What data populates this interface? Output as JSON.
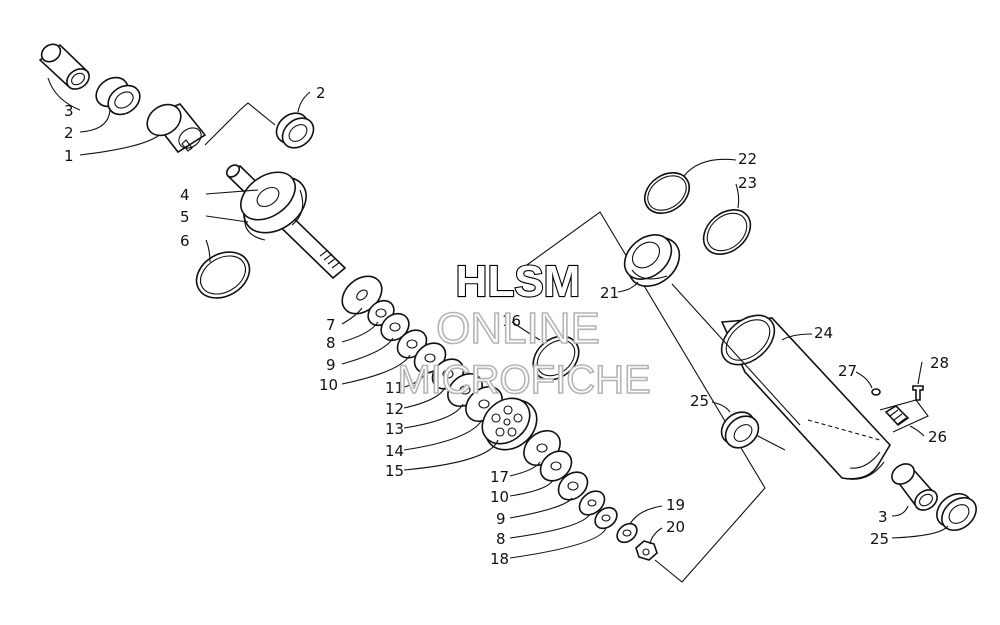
{
  "diagram": {
    "callouts": [
      {
        "id": "c3a",
        "text": "3"
      },
      {
        "id": "c2a",
        "text": "2"
      },
      {
        "id": "c1",
        "text": "1"
      },
      {
        "id": "c2b",
        "text": "2"
      },
      {
        "id": "c4",
        "text": "4"
      },
      {
        "id": "c5",
        "text": "5"
      },
      {
        "id": "c6",
        "text": "6"
      },
      {
        "id": "c7",
        "text": "7"
      },
      {
        "id": "c8a",
        "text": "8"
      },
      {
        "id": "c9a",
        "text": "9"
      },
      {
        "id": "c10a",
        "text": "10"
      },
      {
        "id": "c11",
        "text": "11"
      },
      {
        "id": "c12",
        "text": "12"
      },
      {
        "id": "c13",
        "text": "13"
      },
      {
        "id": "c14",
        "text": "14"
      },
      {
        "id": "c15",
        "text": "15"
      },
      {
        "id": "c16",
        "text": "16"
      },
      {
        "id": "c17",
        "text": "17"
      },
      {
        "id": "c10b",
        "text": "10"
      },
      {
        "id": "c9b",
        "text": "9"
      },
      {
        "id": "c8b",
        "text": "8"
      },
      {
        "id": "c18",
        "text": "18"
      },
      {
        "id": "c19",
        "text": "19"
      },
      {
        "id": "c20",
        "text": "20"
      },
      {
        "id": "c21",
        "text": "21"
      },
      {
        "id": "c22",
        "text": "22"
      },
      {
        "id": "c23",
        "text": "23"
      },
      {
        "id": "c24",
        "text": "24"
      },
      {
        "id": "c25a",
        "text": "25"
      },
      {
        "id": "c26",
        "text": "26"
      },
      {
        "id": "c27",
        "text": "27"
      },
      {
        "id": "c28",
        "text": "28"
      },
      {
        "id": "c3b",
        "text": "3"
      },
      {
        "id": "c25b",
        "text": "25"
      }
    ]
  },
  "watermark": {
    "line1": "HLSM",
    "line2": "ONLINE",
    "line3": "MICROFICHE"
  }
}
